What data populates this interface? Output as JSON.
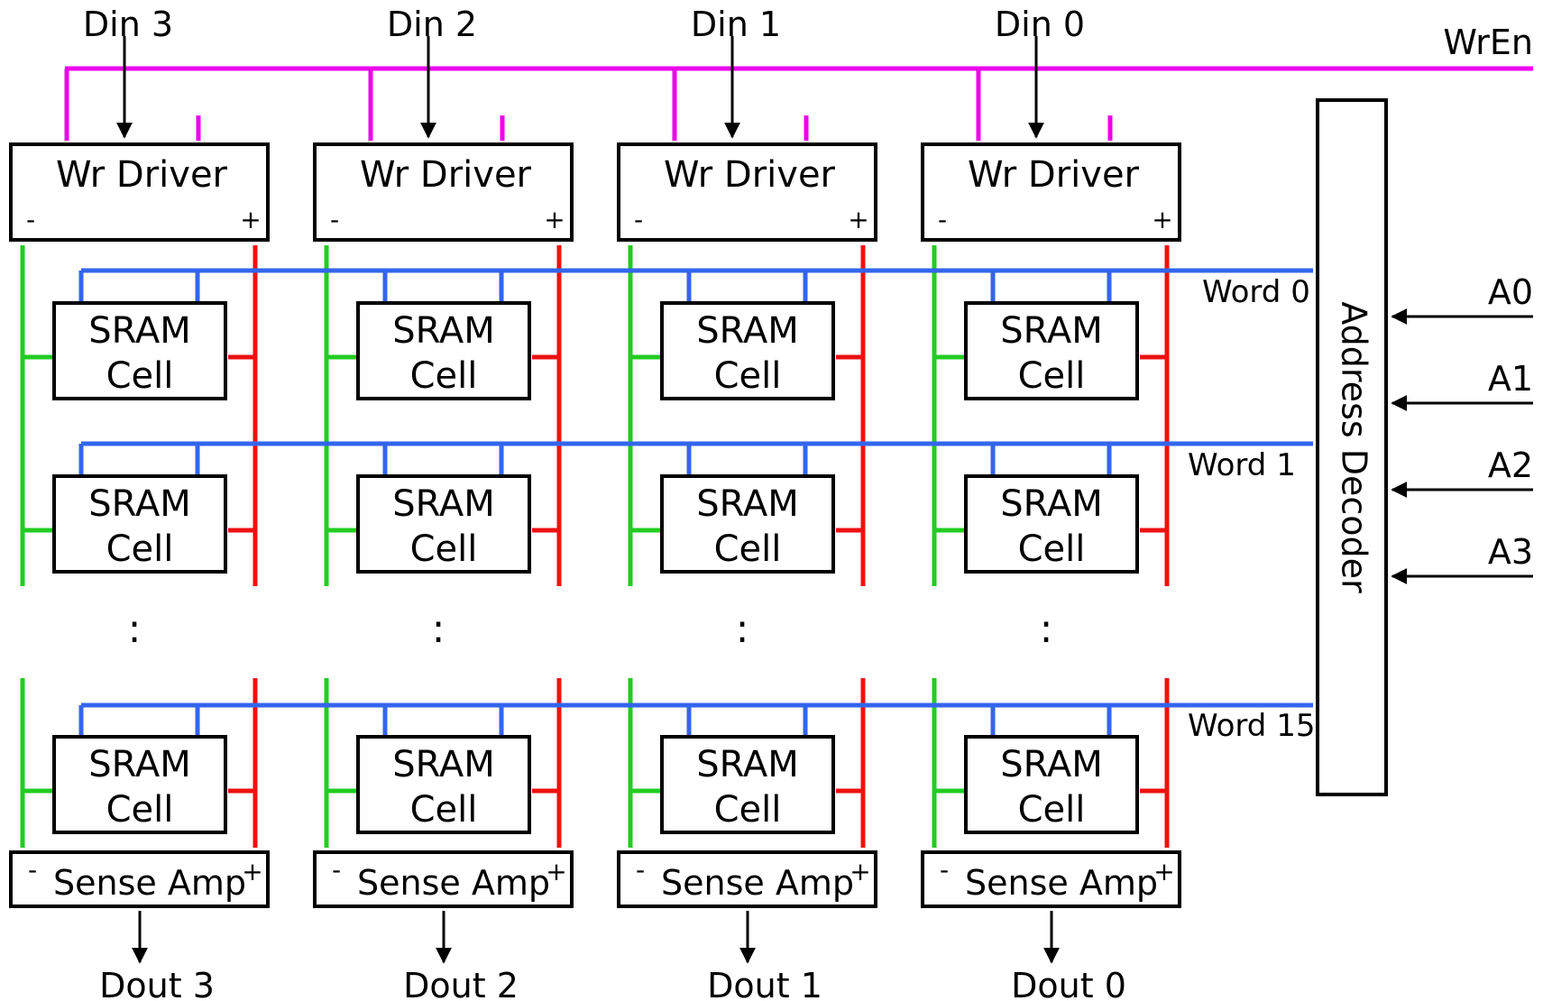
{
  "labels": {
    "din": [
      "Din 3",
      "Din 2",
      "Din 1",
      "Din 0"
    ],
    "dout": [
      "Dout 3",
      "Dout 2",
      "Dout 1",
      "Dout 0"
    ],
    "wren": "WrEn",
    "wr_driver": "Wr Driver",
    "wr_minus": "-",
    "wr_plus": "+",
    "sram_line1": "SRAM",
    "sram_line2": "Cell",
    "sense_amp": "Sense Amp",
    "sa_minus": "-",
    "sa_plus": "+",
    "words": [
      "Word 0",
      "Word 1",
      "Word 15"
    ],
    "ellipsis": ":",
    "address_decoder": "Address Decoder",
    "address_inputs": [
      "A0",
      "A1",
      "A2",
      "A3"
    ]
  },
  "colors": {
    "wren_line": "#ee00ee",
    "bitline_minus": "#22cc22",
    "bitline_plus": "#ee1111",
    "wordline": "#3366ee",
    "outline": "#000000"
  }
}
